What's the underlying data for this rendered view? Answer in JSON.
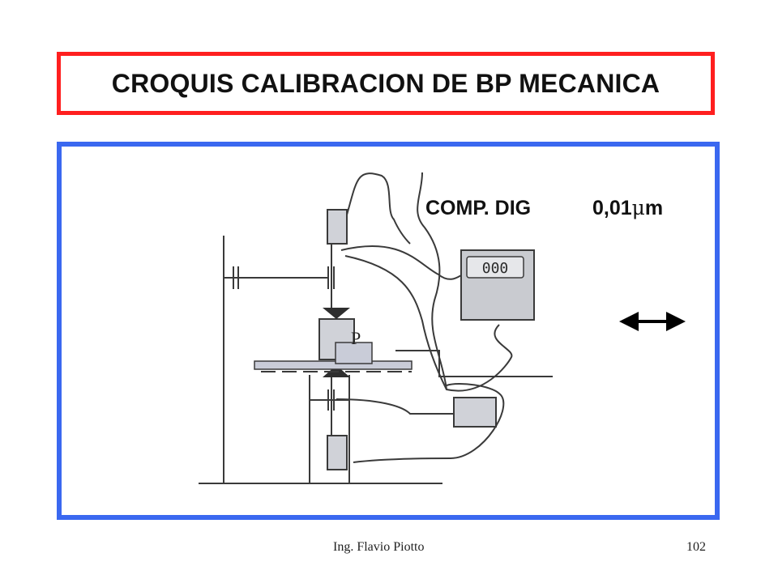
{
  "slide": {
    "title": "CROQUIS CALIBRACION DE BP MECANICA",
    "instrument_label": "COMP. DIG",
    "resolution_label": "0,01",
    "resolution_unit_mu": "μ",
    "resolution_unit_m": "m",
    "part_label": "P",
    "display_readout": "000",
    "footer_author": "Ing.  Flavio Piotto",
    "footer_page": "102"
  },
  "colors": {
    "title_border": "#ff1f1f",
    "diagram_border": "#3a68f0",
    "line_dark": "#3a3a3a",
    "block_fill": "#d0d2d8",
    "display_fill": "#c9cbd0"
  },
  "icons": {
    "move_arrow": "double-headed-arrow-icon"
  }
}
